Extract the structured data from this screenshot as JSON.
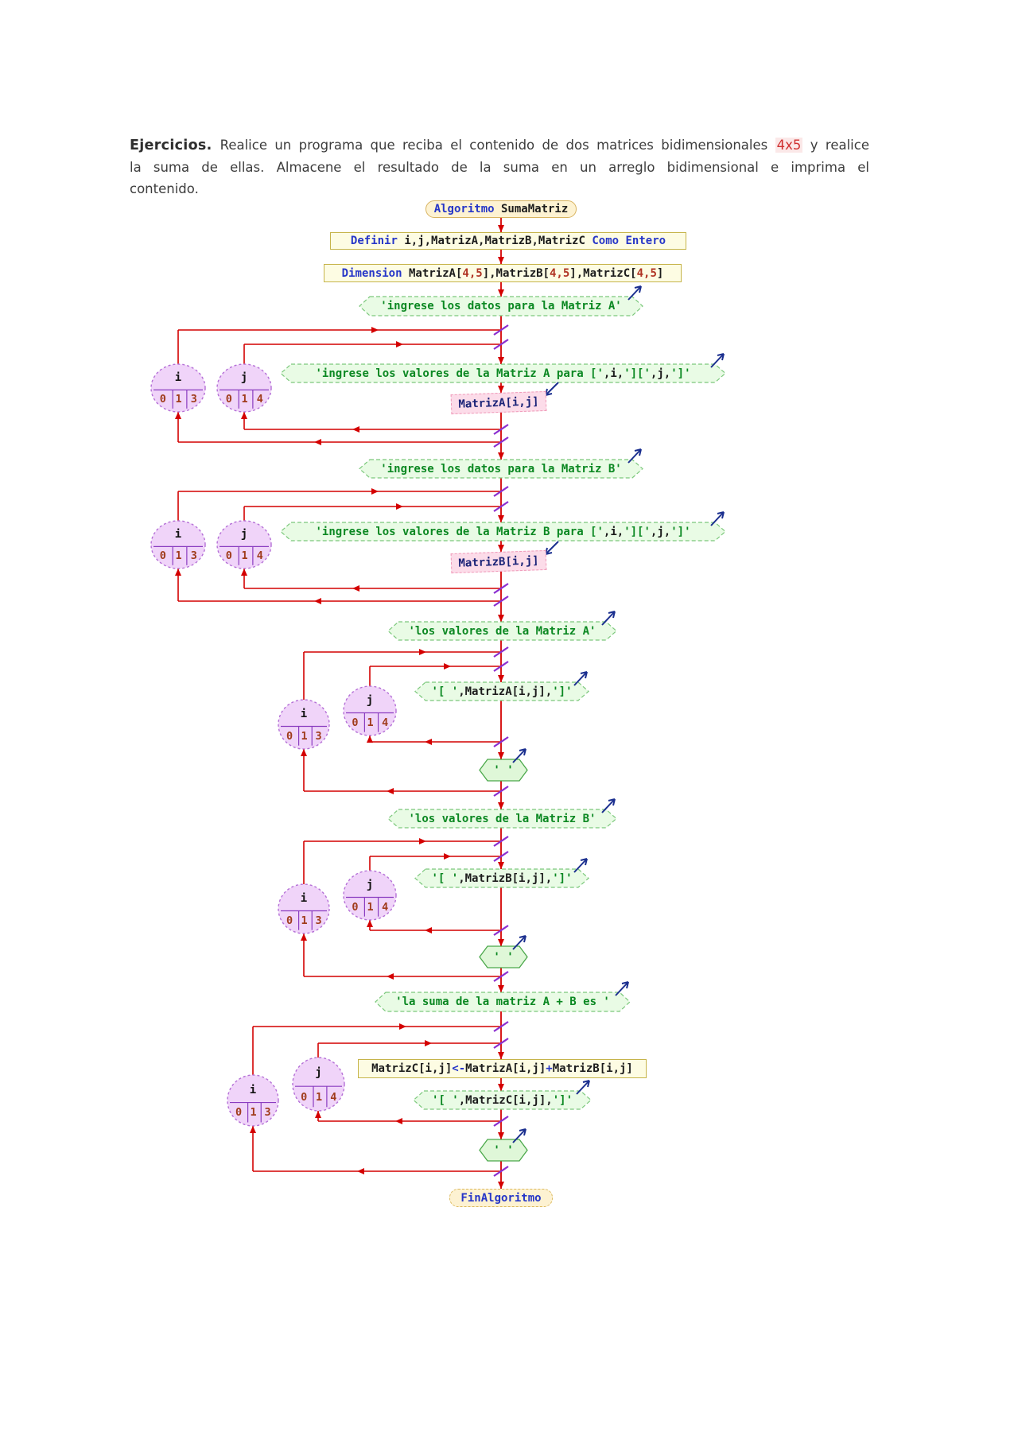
{
  "header": {
    "lead": "Ejercicios.",
    "before_highlight": "Realice un programa que reciba el contenido de dos matrices bidimensionales ",
    "highlight": "4x5",
    "after_highlight": " y realice la suma de ellas. Almacene el resultado de la suma en un arreglo bidimensional e imprima el contenido."
  },
  "flowchart": {
    "nodes": {
      "start": {
        "segments": [
          {
            "t": "Algoritmo ",
            "c": "kw"
          },
          {
            "t": "SumaMatriz",
            "c": "plain"
          }
        ]
      },
      "define": {
        "segments": [
          {
            "t": "Definir ",
            "c": "kw"
          },
          {
            "t": "i,j,MatrizA,MatrizB,MatrizC ",
            "c": "plain"
          },
          {
            "t": "Como Entero",
            "c": "kw"
          }
        ]
      },
      "dimension": {
        "segments": [
          {
            "t": "Dimension ",
            "c": "kw"
          },
          {
            "t": "MatrizA[",
            "c": "plain"
          },
          {
            "t": "4,5",
            "c": "num"
          },
          {
            "t": "],MatrizB[",
            "c": "plain"
          },
          {
            "t": "4,5",
            "c": "num"
          },
          {
            "t": "],MatrizC[",
            "c": "plain"
          },
          {
            "t": "4,5",
            "c": "num"
          },
          {
            "t": "]",
            "c": "plain"
          }
        ]
      },
      "outA_header": {
        "segments": [
          {
            "t": "'ingrese los datos para la Matriz A'",
            "c": "str"
          }
        ]
      },
      "outA_prompt": {
        "segments": [
          {
            "t": "'ingrese los valores de la Matriz A para ['",
            "c": "str"
          },
          {
            "t": ",i,",
            "c": "plain"
          },
          {
            "t": "']['",
            "c": "str"
          },
          {
            "t": ",j,",
            "c": "plain"
          },
          {
            "t": "']'",
            "c": "str"
          }
        ]
      },
      "inputA": {
        "segments": [
          {
            "t": "MatrizA[i,j]",
            "c": "var"
          }
        ]
      },
      "outB_header": {
        "segments": [
          {
            "t": "'ingrese los datos para la Matriz B'",
            "c": "str"
          }
        ]
      },
      "outB_prompt": {
        "segments": [
          {
            "t": "'ingrese los valores de la Matriz B para ['",
            "c": "str"
          },
          {
            "t": ",i,",
            "c": "plain"
          },
          {
            "t": "']['",
            "c": "str"
          },
          {
            "t": ",j,",
            "c": "plain"
          },
          {
            "t": "']'",
            "c": "str"
          }
        ]
      },
      "inputB": {
        "segments": [
          {
            "t": "MatrizB[i,j]",
            "c": "var"
          }
        ]
      },
      "outA_title": {
        "segments": [
          {
            "t": "'los valores de la Matriz A'",
            "c": "str"
          }
        ]
      },
      "printA": {
        "segments": [
          {
            "t": "'[ '",
            "c": "str"
          },
          {
            "t": ",MatrizA[i,j],",
            "c": "plain"
          },
          {
            "t": "']'",
            "c": "str"
          }
        ]
      },
      "space1": {
        "segments": [
          {
            "t": "' '",
            "c": "str"
          }
        ]
      },
      "outB_title": {
        "segments": [
          {
            "t": "'los valores de la Matriz B'",
            "c": "str"
          }
        ]
      },
      "printB": {
        "segments": [
          {
            "t": "'[ '",
            "c": "str"
          },
          {
            "t": ",MatrizB[i,j],",
            "c": "plain"
          },
          {
            "t": "']'",
            "c": "str"
          }
        ]
      },
      "space2": {
        "segments": [
          {
            "t": "' '",
            "c": "str"
          }
        ]
      },
      "sum_title": {
        "segments": [
          {
            "t": "'la suma de la matriz A + B es '",
            "c": "str"
          }
        ]
      },
      "assign": {
        "segments": [
          {
            "t": "MatrizC[i,j]",
            "c": "plain"
          },
          {
            "t": "<-",
            "c": "kw"
          },
          {
            "t": "MatrizA[i,j]",
            "c": "plain"
          },
          {
            "t": "+",
            "c": "kw"
          },
          {
            "t": "MatrizB[i,j]",
            "c": "plain"
          }
        ]
      },
      "printC": {
        "segments": [
          {
            "t": "'[ '",
            "c": "str"
          },
          {
            "t": ",MatrizC[i,j],",
            "c": "plain"
          },
          {
            "t": "']'",
            "c": "str"
          }
        ]
      },
      "space3": {
        "segments": [
          {
            "t": "' '",
            "c": "str"
          }
        ]
      },
      "end": {
        "segments": [
          {
            "t": "FinAlgoritmo",
            "c": "kw"
          }
        ]
      }
    },
    "counters": {
      "i": {
        "name": "i",
        "values": [
          "0",
          "1",
          "3"
        ]
      },
      "j": {
        "name": "j",
        "values": [
          "0",
          "1",
          "4"
        ]
      }
    },
    "icons": {
      "output_arrow": "screen-output-arrow",
      "input_arrow": "keyboard-input-arrow"
    },
    "colors": {
      "flow_line": "#d40000",
      "loop_cross_mark": "#8b2fd0",
      "io_arrow": "#1b2f8f",
      "output_text": "#0b8822",
      "keyword": "#2636c8",
      "number": "#b03424",
      "input_text": "#1a2377",
      "counter_value": "#a03c1c",
      "counter_fill": "#f0d4f9",
      "hex_fill": "#e9fbe5",
      "box_fill": "#fdfce3",
      "pill_fill": "#fdf2d2",
      "input_fill": "#fcdce9"
    }
  }
}
